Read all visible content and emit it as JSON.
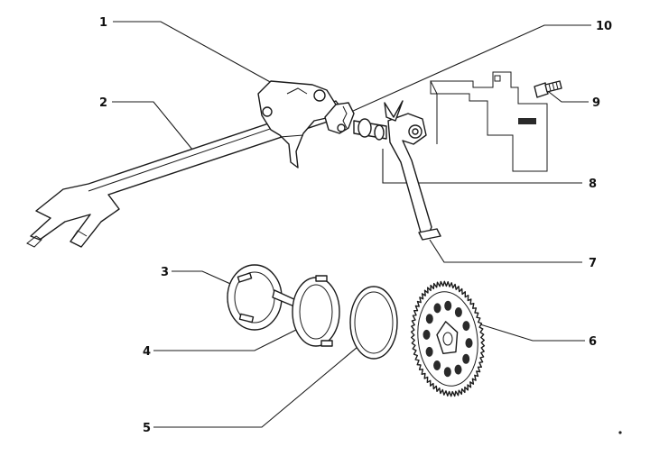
{
  "callouts": [
    {
      "id": "1",
      "label": "1"
    },
    {
      "id": "2",
      "label": "2"
    },
    {
      "id": "3",
      "label": "3"
    },
    {
      "id": "4",
      "label": "4"
    },
    {
      "id": "5",
      "label": "5"
    },
    {
      "id": "6",
      "label": "6"
    },
    {
      "id": "7",
      "label": "7"
    },
    {
      "id": "8",
      "label": "8"
    },
    {
      "id": "9",
      "label": "9"
    },
    {
      "id": "10",
      "label": "10"
    }
  ],
  "sprocket": {
    "teeth": 64,
    "holes": 12
  }
}
